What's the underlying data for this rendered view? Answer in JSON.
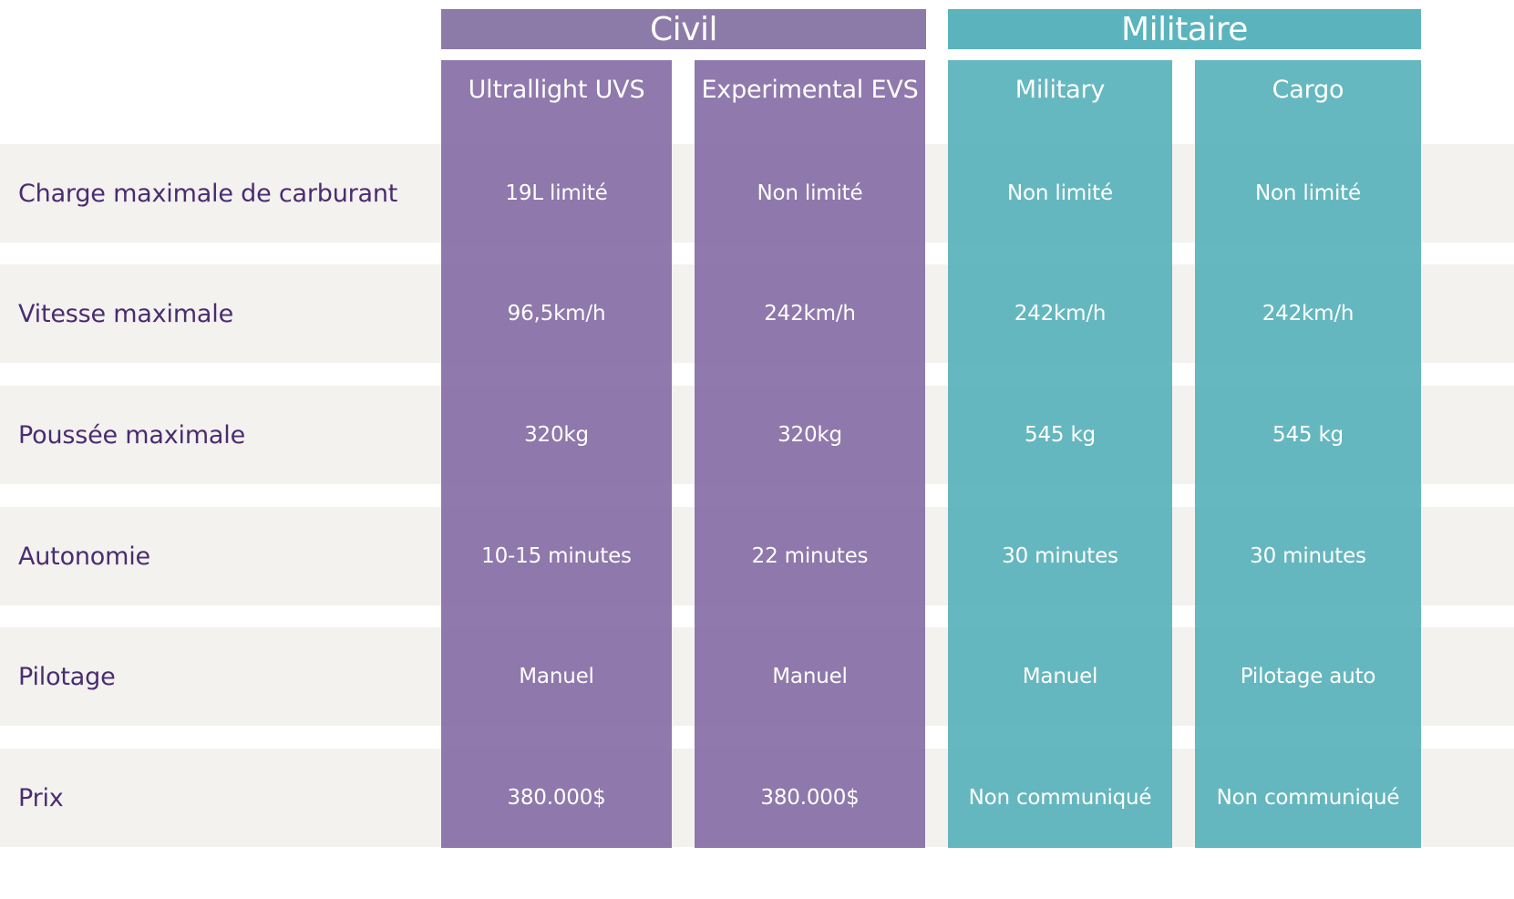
{
  "groups": {
    "civil": "Civil",
    "militaire": "Militaire"
  },
  "columns": [
    {
      "name": "Ultrallight UVS",
      "group": "civil"
    },
    {
      "name": "Experimental EVS",
      "group": "civil"
    },
    {
      "name": "Military",
      "group": "militaire"
    },
    {
      "name": "Cargo",
      "group": "militaire"
    }
  ],
  "rows": [
    {
      "label": "Charge maximale de carburant",
      "values": [
        "19L limité",
        "Non limité",
        "Non limité",
        "Non limité"
      ]
    },
    {
      "label": "Vitesse maximale",
      "values": [
        "96,5km/h",
        "242km/h",
        "242km/h",
        "242km/h"
      ]
    },
    {
      "label": "Poussée maximale",
      "values": [
        "320kg",
        "320kg",
        "545 kg",
        "545 kg"
      ]
    },
    {
      "label": "Autonomie",
      "values": [
        "10-15 minutes",
        "22 minutes",
        "30 minutes",
        "30 minutes"
      ]
    },
    {
      "label": "Pilotage",
      "values": [
        "Manuel",
        "Manuel",
        "Manuel",
        "Pilotage auto"
      ]
    },
    {
      "label": "Prix",
      "values": [
        "380.000$",
        "380.000$",
        "Non communiqué",
        "Non communiqué"
      ]
    }
  ],
  "colors": {
    "civil": "#8c7aa8",
    "militaire": "#5bb4bd",
    "row_band": "#f3f2ef",
    "label_text": "#4a2c70"
  }
}
